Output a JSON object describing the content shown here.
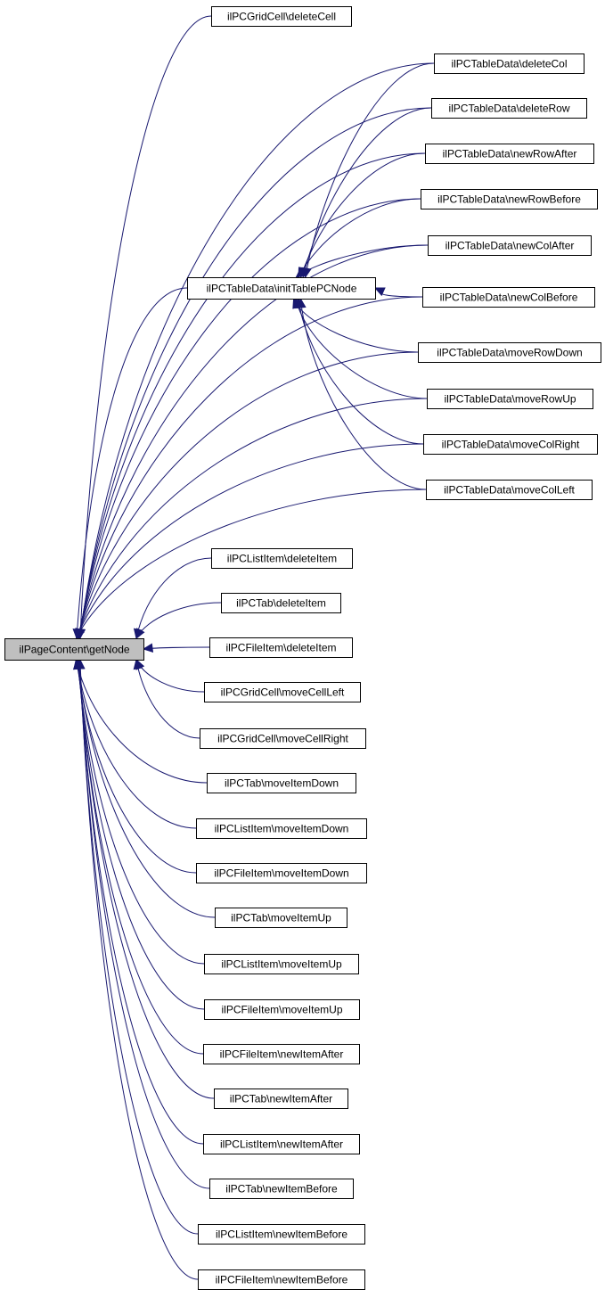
{
  "graph": {
    "root": "ilPageContent\\getNode",
    "hub": "ilPCTableData\\initTablePCNode",
    "callers": [
      "ilPCGridCell\\deleteCell",
      "ilPCTableData\\deleteCol",
      "ilPCTableData\\deleteRow",
      "ilPCTableData\\newRowAfter",
      "ilPCTableData\\newRowBefore",
      "ilPCTableData\\newColAfter",
      "ilPCTableData\\newColBefore",
      "ilPCTableData\\moveRowDown",
      "ilPCTableData\\moveRowUp",
      "ilPCTableData\\moveColRight",
      "ilPCTableData\\moveColLeft",
      "ilPCListItem\\deleteItem",
      "ilPCTab\\deleteItem",
      "ilPCFileItem\\deleteItem",
      "ilPCGridCell\\moveCellLeft",
      "ilPCGridCell\\moveCellRight",
      "ilPCTab\\moveItemDown",
      "ilPCListItem\\moveItemDown",
      "ilPCFileItem\\moveItemDown",
      "ilPCTab\\moveItemUp",
      "ilPCListItem\\moveItemUp",
      "ilPCFileItem\\moveItemUp",
      "ilPCFileItem\\newItemAfter",
      "ilPCTab\\newItemAfter",
      "ilPCListItem\\newItemAfter",
      "ilPCTab\\newItemBefore",
      "ilPCListItem\\newItemBefore",
      "ilPCFileItem\\newItemBefore"
    ],
    "hub_callers": [
      "ilPCTableData\\deleteCol",
      "ilPCTableData\\deleteRow",
      "ilPCTableData\\newRowAfter",
      "ilPCTableData\\newRowBefore",
      "ilPCTableData\\newColAfter",
      "ilPCTableData\\newColBefore",
      "ilPCTableData\\moveRowDown",
      "ilPCTableData\\moveRowUp",
      "ilPCTableData\\moveColRight",
      "ilPCTableData\\moveColLeft"
    ],
    "edge_color": "#191970",
    "root_fill": "#bfbfbf"
  }
}
